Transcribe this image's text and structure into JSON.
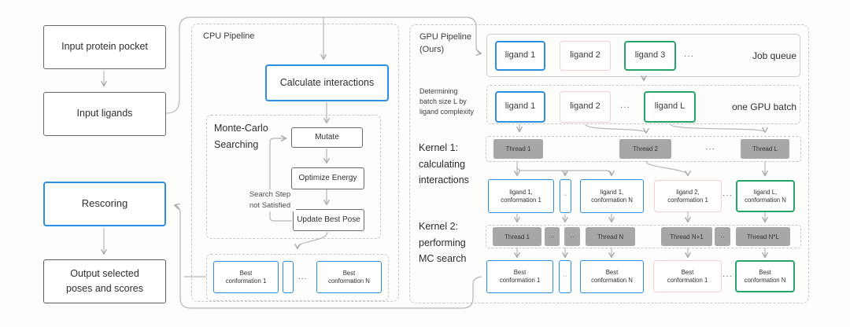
{
  "left": {
    "input_protein": "Input protein pocket",
    "input_ligands": "Input ligands",
    "rescoring": "Rescoring",
    "output_line1": "Output selected",
    "output_line2": "poses and scores"
  },
  "cpu": {
    "title": "CPU Pipeline",
    "calculate": "Calculate interactions",
    "mc_line1": "Monte-Carlo",
    "mc_line2": "Searching",
    "mutate": "Mutate",
    "optimize": "Optimize Energy",
    "update": "Update Best Pose",
    "loop_line1": "Search Step",
    "loop_line2": "not Satisfied",
    "best1_l1": "Best",
    "best1_l2": "conformation 1",
    "bestN_l1": "Best",
    "bestN_l2": "conformation N",
    "dots": "..."
  },
  "gpu": {
    "title_line1": "GPU Pipeline",
    "title_line2": "(Ours)",
    "det_l1": "Determining",
    "det_l2": "batch size L by",
    "det_l3": "ligand complexity",
    "k1_l1": "Kernel 1:",
    "k1_l2": "calculating",
    "k1_l3": "interactions",
    "k2_l1": "Kernel 2:",
    "k2_l2": "performing",
    "k2_l3": "MC search",
    "job_queue": {
      "lig1": "ligand 1",
      "lig2": "ligand 2",
      "lig3": "ligand 3",
      "dots": "···",
      "caption": "Job queue"
    },
    "batch": {
      "lig1": "ligand 1",
      "lig2": "ligand 2",
      "dots": "···",
      "ligL": "ligand L",
      "caption": "one GPU batch"
    },
    "k1_threads": {
      "t1": "Thread 1",
      "t2": "Thread 2",
      "dots": "···",
      "tL": "Thread L"
    },
    "k1_conf": {
      "c1_l1": "ligand 1,",
      "c1_l2": "conformation 1",
      "thin": "··",
      "c2_l1": "ligand 1,",
      "c2_l2": "conformation N",
      "c3_l1": "ligand 2,",
      "c3_l2": "conformation 1",
      "dots": "···",
      "c4_l1": "ligand L,",
      "c4_l2": "conformation N"
    },
    "k2_threads": {
      "t1": "Thread 1",
      "sep1": "··",
      "sep2": "··",
      "tN": "Thread N",
      "tN1": "Thread N+1",
      "sep3": "··",
      "tNL": "Thread N*L"
    },
    "best": {
      "b1_l1": "Best",
      "b1_l2": "conformation 1",
      "thin": "··",
      "bN_l1": "Best",
      "bN_l2": "conformation N",
      "p1_l1": "Best",
      "p1_l2": "conformation 1",
      "dots": "···",
      "g1_l1": "Best",
      "g1_l2": "conformation N"
    }
  },
  "colors": {
    "blue": "#2b8fe3",
    "green": "#27a468",
    "pink": "#f0d2cb",
    "thread_gray": "#a7a7a9",
    "dark_border": "#696969",
    "connector": "#b5b5b5"
  }
}
